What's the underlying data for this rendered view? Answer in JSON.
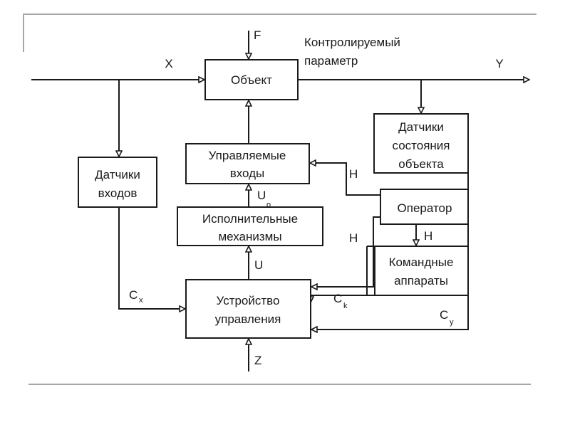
{
  "diagram": {
    "type": "block-diagram",
    "blocks": {
      "object": {
        "lines": [
          "Объект"
        ]
      },
      "controlled_inputs": {
        "lines": [
          "Управляемые",
          "входы"
        ]
      },
      "actuators": {
        "lines": [
          "Исполнительные",
          "механизмы"
        ]
      },
      "control_device": {
        "lines": [
          "Устройство",
          "управления"
        ]
      },
      "input_sensors": {
        "lines": [
          "Датчики",
          "входов"
        ]
      },
      "state_sensors": {
        "lines": [
          "Датчики",
          "состояния",
          "объекта"
        ]
      },
      "operator": {
        "lines": [
          "Оператор"
        ]
      },
      "command_devices": {
        "lines": [
          "Командные",
          "аппараты"
        ]
      }
    },
    "signals": {
      "x": "X",
      "f": "F",
      "y": "Y",
      "controlled_param": [
        "Контролируемый",
        "параметр"
      ],
      "h_operator_to_inputs": "H",
      "h_operator_to_control": "H",
      "h_operator_to_commands": "H",
      "u0_main": "U",
      "u0_sub": "o",
      "u": "U",
      "cx_main": "C",
      "cx_sub": "x",
      "ck_main": "C",
      "ck_sub": "k",
      "cy_main": "C",
      "cy_sub": "y",
      "z": "Z"
    },
    "connections": [
      {
        "from": "X",
        "to": "object"
      },
      {
        "from": "F",
        "to": "object"
      },
      {
        "from": "object",
        "to": "Y"
      },
      {
        "from": "X",
        "to": "input_sensors"
      },
      {
        "from": "object",
        "to": "state_sensors"
      },
      {
        "from": "controlled_inputs",
        "to": "object"
      },
      {
        "from": "actuators",
        "to": "controlled_inputs",
        "label": "Uo"
      },
      {
        "from": "control_device",
        "to": "actuators",
        "label": "U"
      },
      {
        "from": "input_sensors",
        "to": "control_device",
        "label": "Cx"
      },
      {
        "from": "operator",
        "to": "controlled_inputs",
        "label": "H"
      },
      {
        "from": "operator",
        "to": "control_device",
        "label": "H"
      },
      {
        "from": "operator",
        "to": "command_devices",
        "label": "H"
      },
      {
        "from": "command_devices",
        "to": "control_device",
        "label": "Ck"
      },
      {
        "from": "state_sensors",
        "to": "control_device",
        "label": "Cy"
      },
      {
        "from": "Z",
        "to": "control_device",
        "label": "Z"
      }
    ]
  }
}
